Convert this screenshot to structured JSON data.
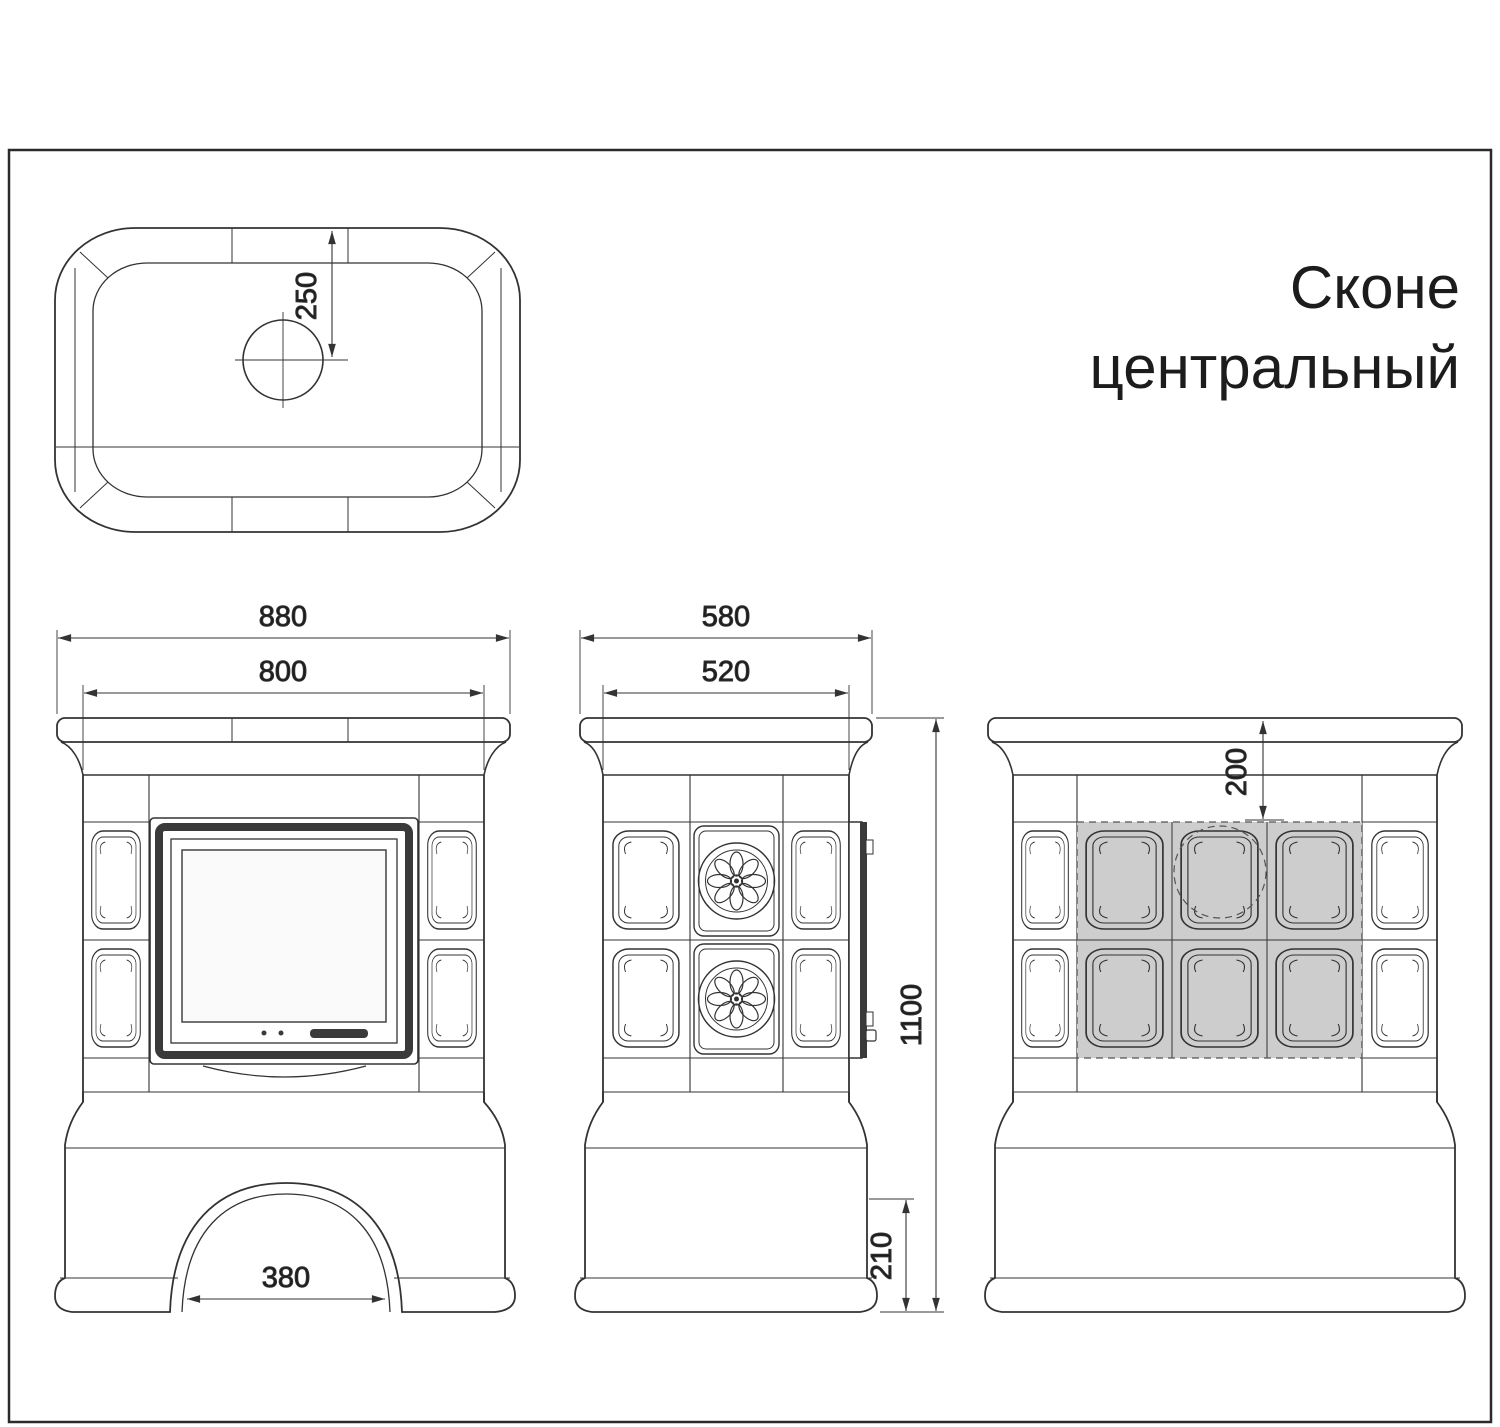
{
  "title": {
    "line1": "Сконе",
    "line2": "центральный"
  },
  "dimensions": {
    "top_chimney_offset": "250",
    "front_overall_width": "880",
    "front_body_width": "800",
    "front_arch_width": "380",
    "side_overall_depth": "580",
    "side_body_depth": "520",
    "side_total_height": "1100",
    "side_plinth_height": "210",
    "back_top_offset": "200"
  },
  "colors": {
    "line": "#333333",
    "dark_fill": "#3a3a3a",
    "shade": "#cdcdcd",
    "background": "#ffffff"
  }
}
